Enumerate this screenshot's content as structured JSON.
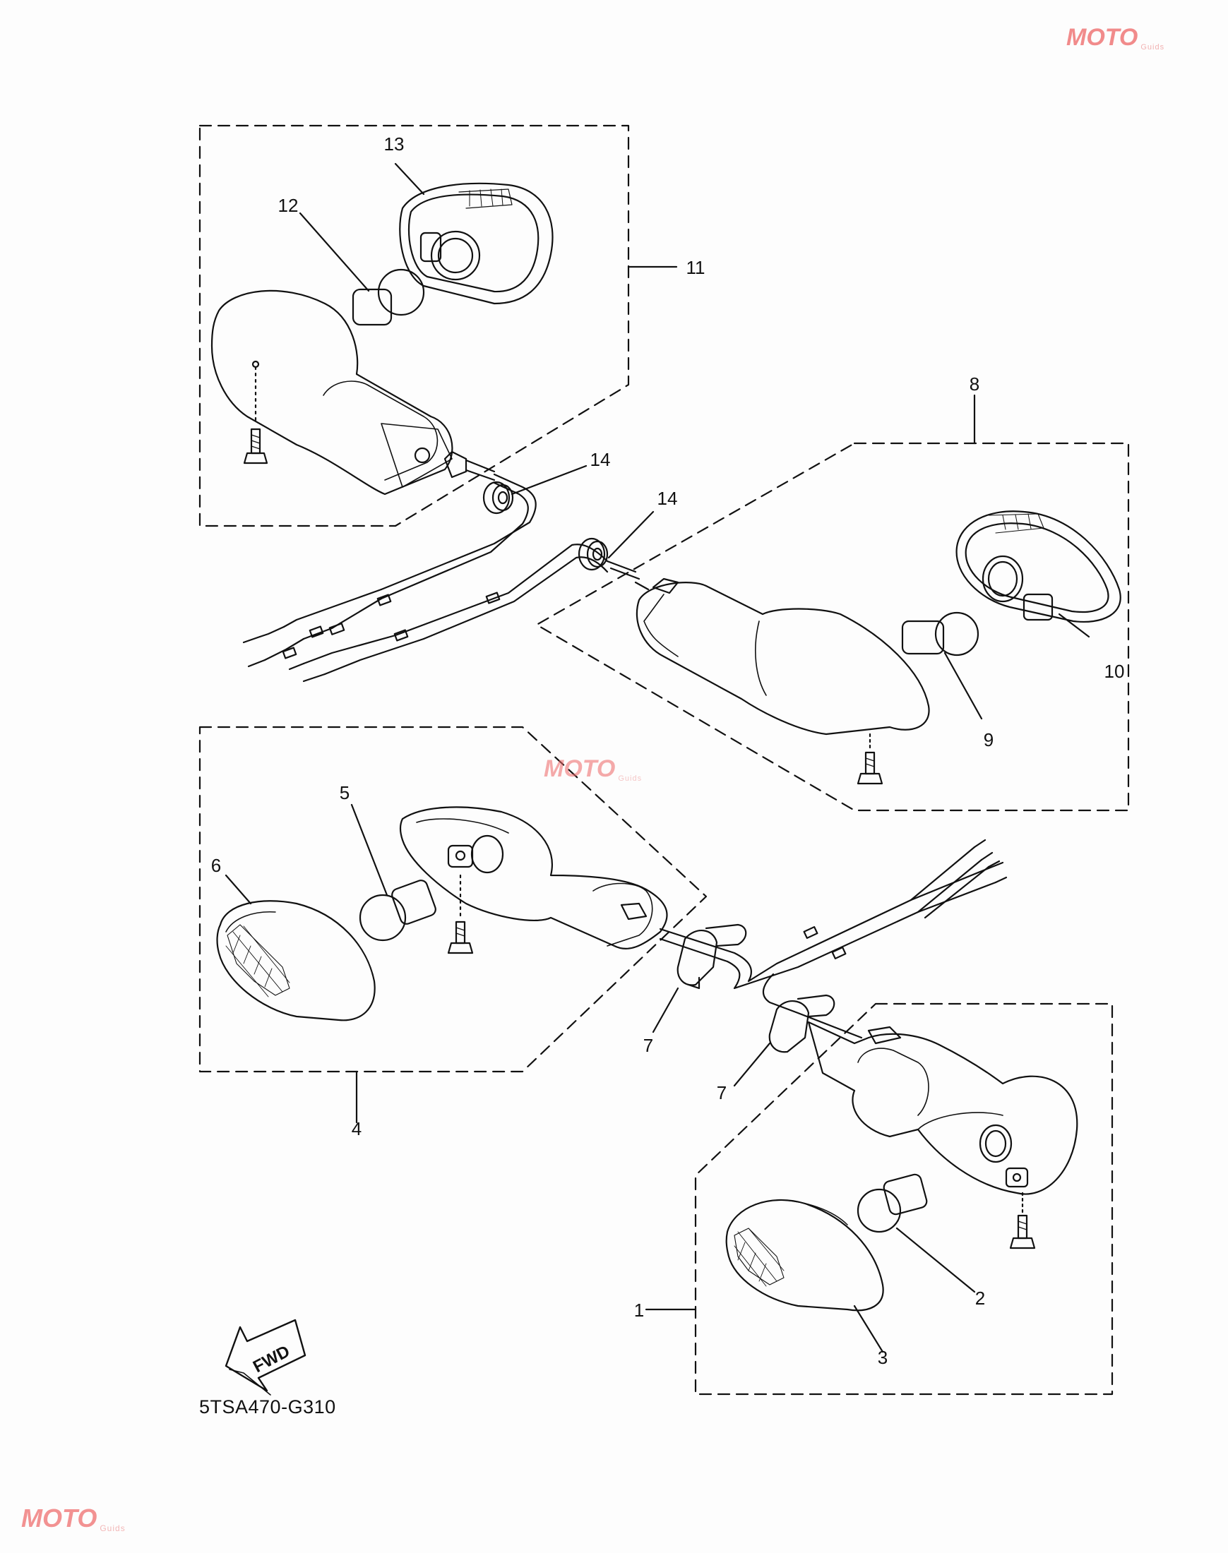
{
  "callouts": {
    "c1": "1",
    "c2": "2",
    "c3": "3",
    "c4": "4",
    "c5": "5",
    "c6": "6",
    "c7a": "7",
    "c7b": "7",
    "c8": "8",
    "c9": "9",
    "c10": "10",
    "c11": "11",
    "c12": "12",
    "c13": "13",
    "c14a": "14",
    "c14b": "14"
  },
  "fwd_label": "FWD",
  "drawing_code": "5TSA470-G310",
  "watermark": {
    "main": "MOTO",
    "sub": "Guids"
  },
  "colors": {
    "line": "#111111",
    "background": "#fdfdfd",
    "watermark": "#e66666"
  }
}
